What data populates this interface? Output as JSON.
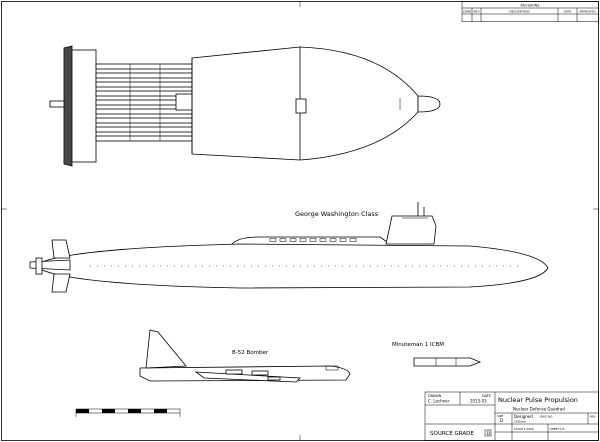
{
  "revision_block": {
    "title": "REVISIONS",
    "columns": [
      "ZONE",
      "REV",
      "DESCRIPTION",
      "DATE",
      "APPROVED"
    ]
  },
  "labels": {
    "submarine": "George Washington Class",
    "bomber": "B-52 Bomber",
    "icbm": "Minuteman 1 ICBM"
  },
  "title_block": {
    "drawn_label": "DRAWN",
    "drawn_by": "C. Lechner",
    "date_label": "DATE",
    "date": "2013-03",
    "title": "Nuclear Pulse Propulsion",
    "subtitle": "Nuclear Defense Quadrad",
    "source_grade_label": "SOURCE GRADE",
    "source_grade": "D",
    "size_label": "SIZE",
    "size": "D",
    "fields": [
      "Designed",
      "10Dmm",
      "SCALE 1:1000",
      "SHEET 1/1",
      "DWG NO.",
      "REV"
    ]
  },
  "colors": {
    "line": "#000000",
    "background": "#ffffff"
  }
}
